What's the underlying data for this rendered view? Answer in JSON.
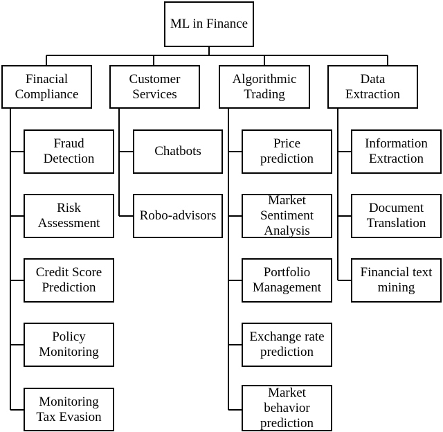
{
  "root": {
    "label": "ML in Finance"
  },
  "categories": [
    {
      "label": "Finacial\nCompliance",
      "children": [
        "Fraud\nDetection",
        "Risk\nAssessment",
        "Credit Score\nPrediction",
        "Policy\nMonitoring",
        "Monitoring\nTax Evasion"
      ]
    },
    {
      "label": "Customer\nServices",
      "children": [
        "Chatbots",
        "Robo-advisors"
      ]
    },
    {
      "label": "Algorithmic\nTrading",
      "children": [
        "Price\nprediction",
        "Market\nSentiment\nAnalysis",
        "Portfolio\nManagement",
        "Exchange rate\nprediction",
        "Market\nbehavior\nprediction"
      ]
    },
    {
      "label": "Data\nExtraction",
      "children": [
        "Information\nExtraction",
        "Document\nTranslation",
        "Financial text\nmining"
      ]
    }
  ]
}
